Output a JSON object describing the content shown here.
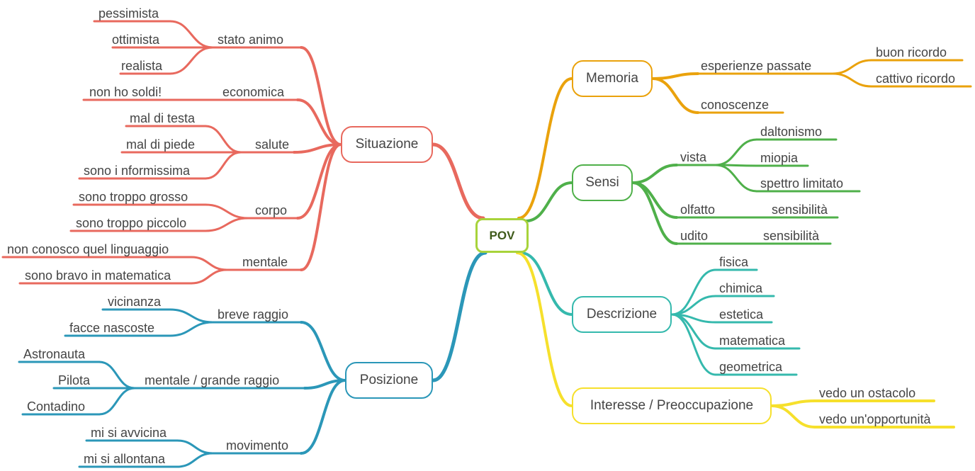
{
  "center": "POV",
  "colors": {
    "situazione": "#e8695e",
    "posizione": "#2b97b8",
    "memoria": "#eaa20c",
    "sensi": "#4fb04a",
    "descrizione": "#35b9ad",
    "interesse": "#f6e02c",
    "center_border": "#a8d33b"
  },
  "branches": {
    "situazione": {
      "label": "Situazione",
      "groups": {
        "stato_animo": {
          "label": "stato animo",
          "items": [
            "pessimista",
            "ottimista",
            "realista"
          ]
        },
        "economica": {
          "label": "economica",
          "items": [
            "non ho soldi!"
          ]
        },
        "salute": {
          "label": "salute",
          "items": [
            "mal di testa",
            "mal di piede",
            "sono i nformissima"
          ]
        },
        "corpo": {
          "label": "corpo",
          "items": [
            "sono troppo grosso",
            "sono troppo piccolo"
          ]
        },
        "mentale": {
          "label": "mentale",
          "items": [
            "non conosco quel linguaggio",
            "sono bravo in matematica"
          ]
        }
      }
    },
    "posizione": {
      "label": "Posizione",
      "groups": {
        "breve_raggio": {
          "label": "breve raggio",
          "items": [
            "vicinanza",
            "facce nascoste"
          ]
        },
        "mentale_grande": {
          "label": "mentale / grande raggio",
          "items": [
            "Astronauta",
            "Pilota",
            "Contadino"
          ]
        },
        "movimento": {
          "label": "movimento",
          "items": [
            "mi si avvicina",
            "mi si allontana"
          ]
        }
      }
    },
    "memoria": {
      "label": "Memoria",
      "groups": {
        "esperienze": {
          "label": "esperienze passate",
          "items": [
            "buon ricordo",
            "cattivo ricordo"
          ]
        },
        "conoscenze": {
          "label": "conoscenze",
          "items": []
        }
      }
    },
    "sensi": {
      "label": "Sensi",
      "groups": {
        "vista": {
          "label": "vista",
          "items": [
            "daltonismo",
            "miopia",
            "spettro limitato"
          ]
        },
        "olfatto": {
          "label": "olfatto",
          "items": [
            "sensibilità"
          ]
        },
        "udito": {
          "label": "udito",
          "items": [
            "sensibilità"
          ]
        }
      }
    },
    "descrizione": {
      "label": "Descrizione",
      "items": [
        "fisica",
        "chimica",
        "estetica",
        "matematica",
        "geometrica"
      ]
    },
    "interesse": {
      "label": "Interesse / Preoccupazione",
      "items": [
        "vedo un ostacolo",
        "vedo un'opportunità"
      ]
    }
  }
}
